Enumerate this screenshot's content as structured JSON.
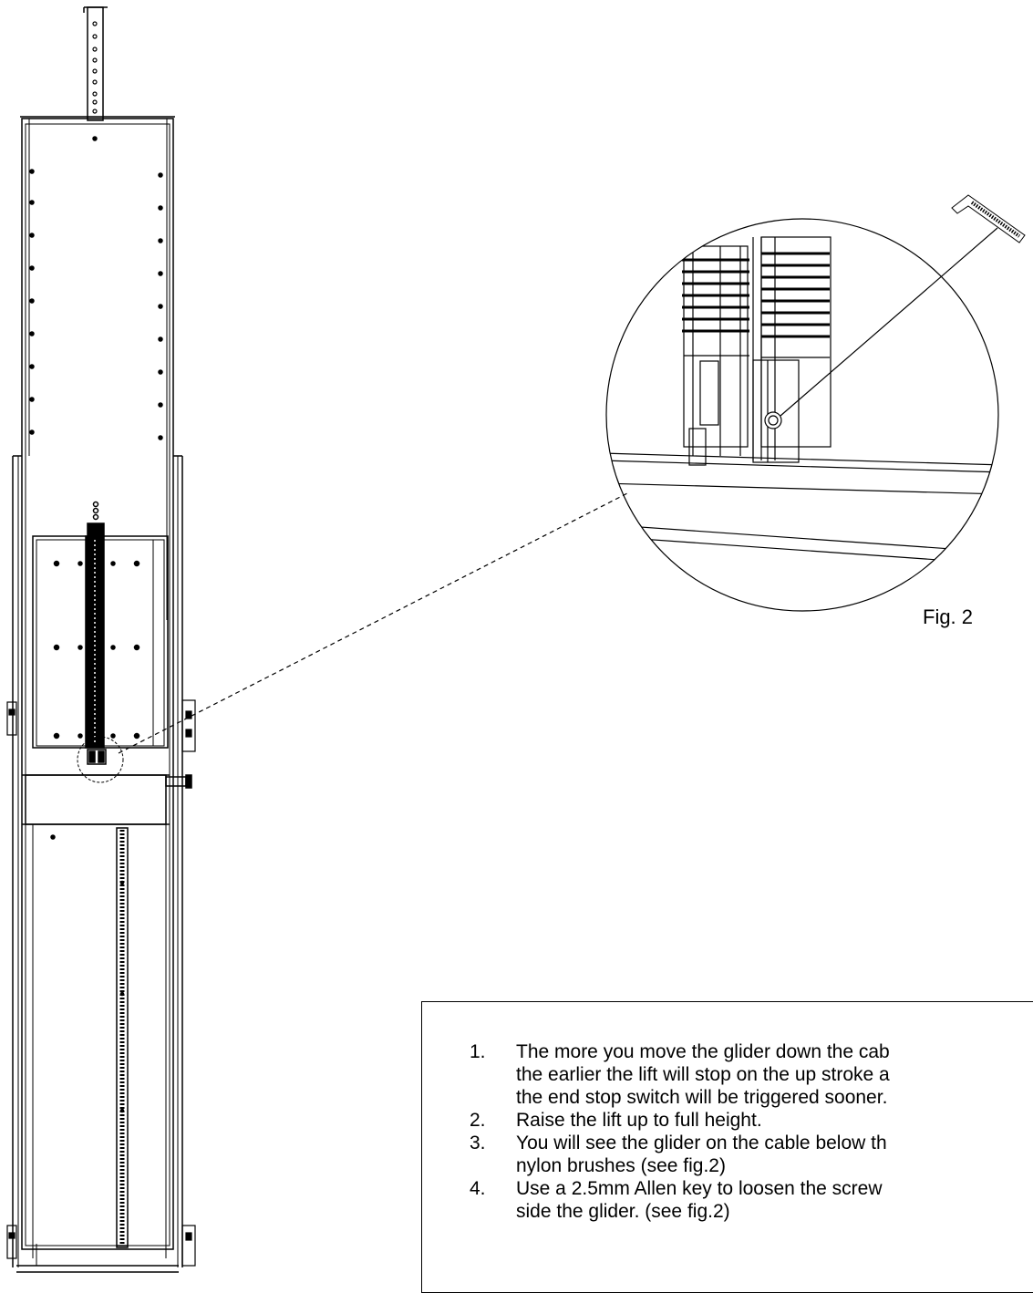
{
  "figure": {
    "label": "Fig. 2",
    "icons": [
      "lift-column-drawing",
      "detail-magnifier-circle",
      "allen-key-icon",
      "glider-screw-icon",
      "nylon-brushes"
    ]
  },
  "instructions": {
    "steps": [
      {
        "number": "1.",
        "lines": [
          "The more you move the glider down the cab",
          "the earlier the lift will stop on the up stroke a",
          "the end stop switch will be triggered sooner."
        ]
      },
      {
        "number": "2.",
        "lines": [
          "Raise the lift up to full height."
        ]
      },
      {
        "number": "3.",
        "lines": [
          "You will see the glider on the cable below th",
          "nylon brushes (see fig.2)"
        ]
      },
      {
        "number": "4.",
        "lines": [
          "Use a 2.5mm Allen key to loosen the screw",
          "side the glider. (see fig.2)"
        ]
      }
    ]
  }
}
